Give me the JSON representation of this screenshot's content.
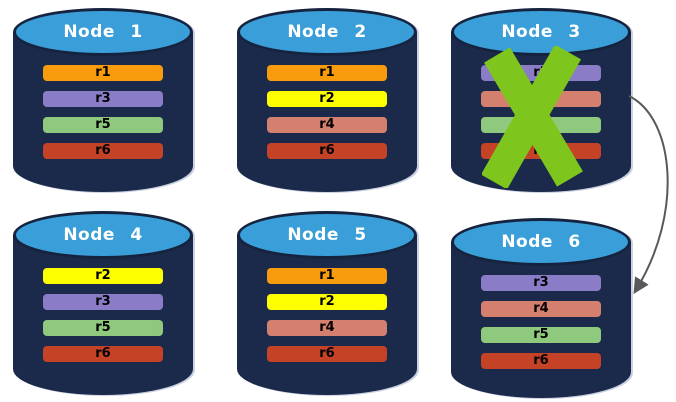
{
  "palette": {
    "background": "#FFFFFF",
    "cylinder_body": "#1B2A4A",
    "cylinder_top": "#3A9FD9",
    "cylinder_border": "#16233F",
    "title_text": "#FFFFFF",
    "bar_text": "#000000",
    "failure_x": "#7EC61E",
    "arrow": "#595959"
  },
  "replica_colors": {
    "r1": "#F89C0E",
    "r2": "#FDFE00",
    "r3": "#8B7CC8",
    "r4": "#D5806F",
    "r5": "#8FC97E",
    "r6": "#C44327"
  },
  "nodes": [
    {
      "title": "Node 1",
      "replicas": [
        {
          "label": "r1",
          "color": "#F89C0E"
        },
        {
          "label": "r3",
          "color": "#8B7CC8"
        },
        {
          "label": "r5",
          "color": "#8FC97E"
        },
        {
          "label": "r6",
          "color": "#C44327"
        }
      ]
    },
    {
      "title": "Node 2",
      "replicas": [
        {
          "label": "r1",
          "color": "#F89C0E"
        },
        {
          "label": "r2",
          "color": "#FDFE00"
        },
        {
          "label": "r4",
          "color": "#D5806F"
        },
        {
          "label": "r6",
          "color": "#C44327"
        }
      ]
    },
    {
      "title": "Node 3",
      "failed": true,
      "replicas": [
        {
          "label": "r3",
          "color": "#8B7CC8"
        },
        {
          "label": "r4",
          "color": "#D5806F"
        },
        {
          "label": "r5",
          "color": "#8FC97E"
        },
        {
          "label": "r6",
          "color": "#C44327"
        }
      ]
    },
    {
      "title": "Node 4",
      "replicas": [
        {
          "label": "r2",
          "color": "#FDFE00"
        },
        {
          "label": "r3",
          "color": "#8B7CC8"
        },
        {
          "label": "r5",
          "color": "#8FC97E"
        },
        {
          "label": "r6",
          "color": "#C44327"
        }
      ]
    },
    {
      "title": "Node 5",
      "replicas": [
        {
          "label": "r1",
          "color": "#F89C0E"
        },
        {
          "label": "r2",
          "color": "#FDFE00"
        },
        {
          "label": "r4",
          "color": "#D5806F"
        },
        {
          "label": "r6",
          "color": "#C44327"
        }
      ]
    },
    {
      "title": "Node 6",
      "replicas": [
        {
          "label": "r3",
          "color": "#8B7CC8"
        },
        {
          "label": "r4",
          "color": "#D5806F"
        },
        {
          "label": "r5",
          "color": "#8FC97E"
        },
        {
          "label": "r6",
          "color": "#C44327"
        }
      ]
    }
  ],
  "icons": {
    "failure_x": {
      "name": "green-x-cross",
      "over": "Node 3",
      "color": "#7EC61E"
    },
    "recovery_arrow": {
      "name": "curved-arrow",
      "from": "Node 3",
      "to": "Node 6",
      "color": "#595959"
    }
  }
}
